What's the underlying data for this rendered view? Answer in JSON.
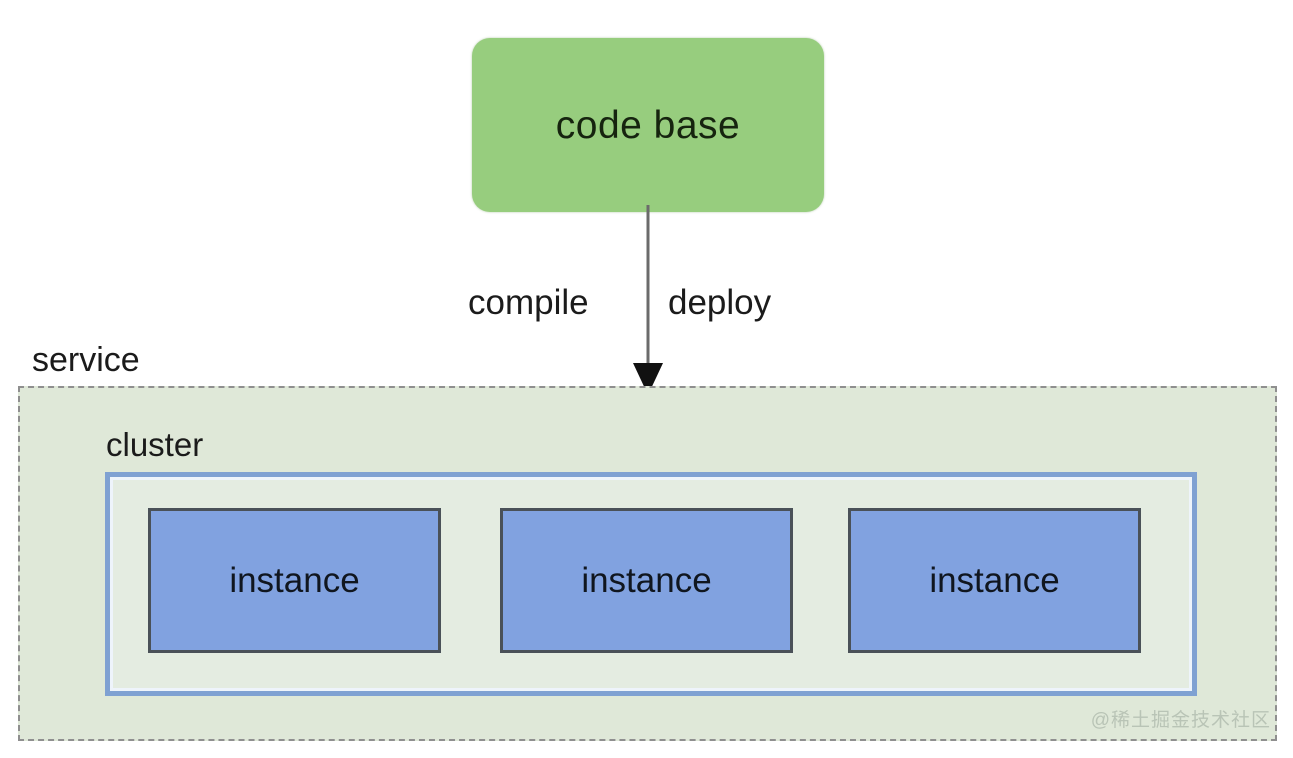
{
  "diagram": {
    "type": "architecture-block-diagram",
    "background_color": "#ffffff",
    "nodes": {
      "code_base": {
        "label": "code base",
        "fill_color": "#97cd7e",
        "text_color": "#16240f",
        "shape": "rounded-rectangle"
      },
      "service": {
        "label": "service",
        "fill_color": "#dfe8d8",
        "border_color": "#8f8f8f",
        "border_style": "dashed"
      },
      "cluster": {
        "label": "cluster",
        "fill_color": "#e4ece1",
        "border_color": "#7fa1d2",
        "border_style": "solid"
      },
      "instances": [
        {
          "label": "instance",
          "fill_color": "#81a2e0",
          "border_color": "#4a5158"
        },
        {
          "label": "instance",
          "fill_color": "#81a2e0",
          "border_color": "#4a5158"
        },
        {
          "label": "instance",
          "fill_color": "#81a2e0",
          "border_color": "#4a5158"
        }
      ]
    },
    "edges": [
      {
        "from": "code base",
        "to": "service",
        "label_left": "compile",
        "label_right": "deploy",
        "direction": "down",
        "color": "#6b6b6b",
        "arrowhead": "solid-triangle"
      }
    ],
    "watermark": "@稀土掘金技术社区"
  }
}
